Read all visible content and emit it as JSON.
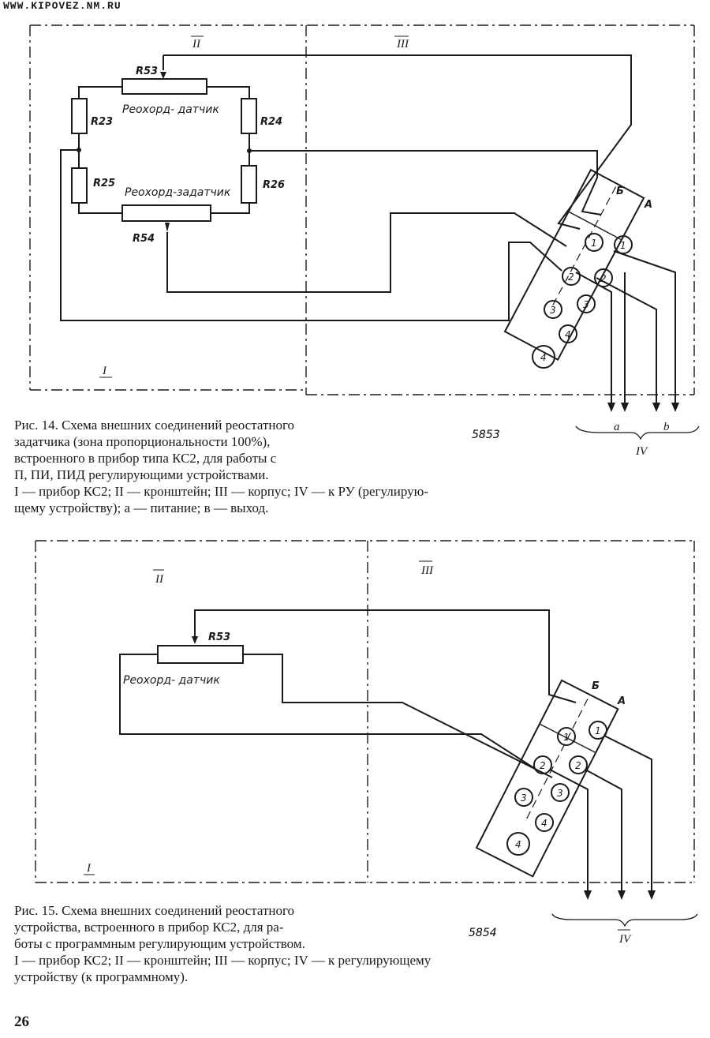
{
  "header": {
    "site": "WWW.KIPOVEZ.NM.RU"
  },
  "figure14": {
    "zones": {
      "i": "I",
      "ii": "II",
      "iii": "III",
      "iv": "IV"
    },
    "resistors": {
      "r53": "R53",
      "r23": "R23",
      "r24": "R24",
      "r25": "R25",
      "r26": "R26",
      "r54": "R54"
    },
    "rheostat_sensor": "Реохорд- датчик",
    "rheostat_setter": "Реохорд-задатчик",
    "block_labels": {
      "b": "Б",
      "a": "А"
    },
    "pins": [
      "1",
      "1",
      "2",
      "2",
      "3",
      "3",
      "4",
      "4"
    ],
    "terminal_a": "a",
    "terminal_b": "b",
    "figure_code": "5853",
    "caption": [
      "Рис. 14. Схема внешних соединений реостатного",
      "задатчика  (зона  пропорциональности  100%),",
      "встроенного в прибор типа КС2, для работы с",
      "П,  ПИ,  ПИД  регулирующими  устройствами.",
      "I — прибор КС2;  II — кронштейн;  III — корпус;  IV — к РУ (регулирую-",
      "щему устройству);  а — питание;  в — выход."
    ]
  },
  "figure15": {
    "zones": {
      "i": "I",
      "ii": "II",
      "iii": "III",
      "iv": "IV"
    },
    "resistor": "R53",
    "rheostat_sensor": "Реохорд- датчик",
    "block_labels": {
      "b": "Б",
      "a": "А"
    },
    "pins": [
      "1",
      "1",
      "2",
      "2",
      "3",
      "3",
      "4",
      "4"
    ],
    "figure_code": "5854",
    "caption": [
      "Рис. 15. Схема внешних соединений реостатного",
      "устройства, встроенного в прибор КС2, для ра-",
      "боты с программным регулирующим устройством.",
      "I — прибор КС2;  II — кронштейн;  III — корпус;  IV — к регулирующему",
      "устройству  (к программному)."
    ]
  },
  "page_number": "26"
}
